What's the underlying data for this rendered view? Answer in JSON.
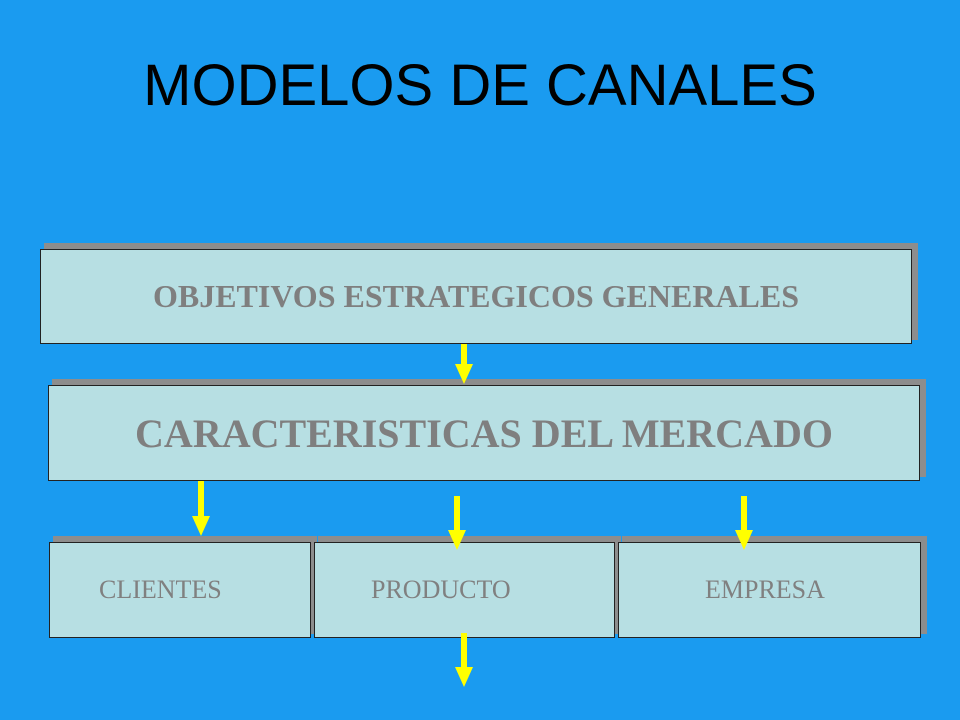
{
  "title": "MODELOS DE CANALES",
  "boxes": {
    "objetivos": "OBJETIVOS ESTRATEGICOS GENERALES",
    "caracteristicas": "CARACTERISTICAS DEL MERCADO"
  },
  "segments": [
    "CLIENTES",
    "PRODUCTO",
    "EMPRESA"
  ],
  "colors": {
    "background": "#1a9bf0",
    "box_fill": "#b7dfe3",
    "box_text": "#7f7f7f",
    "arrow": "#ffff00"
  }
}
